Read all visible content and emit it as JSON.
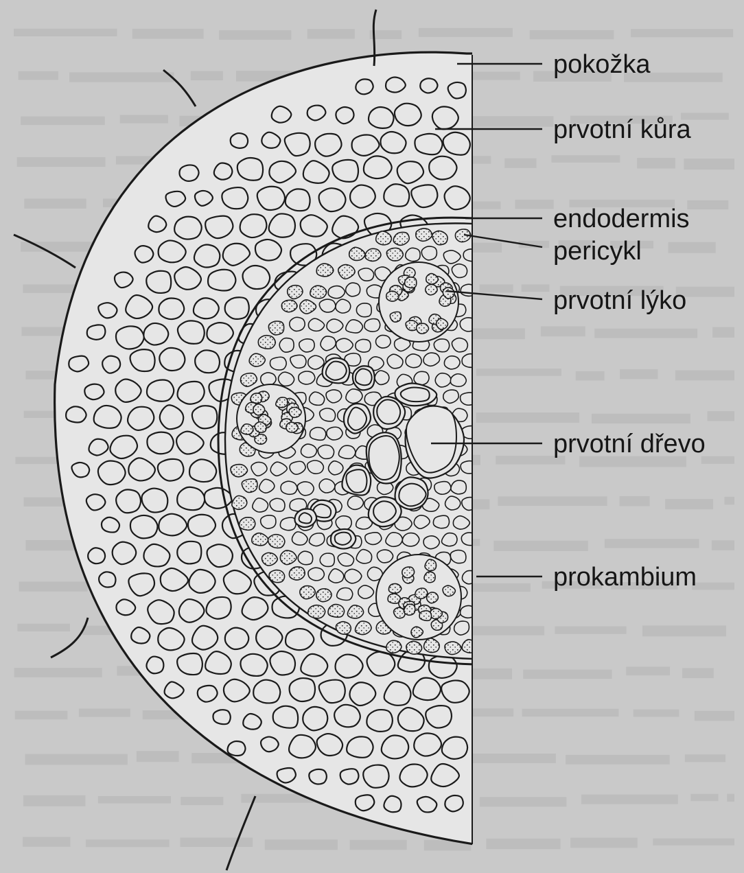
{
  "diagram": {
    "labels": [
      {
        "id": "pokozka",
        "text": "pokožka"
      },
      {
        "id": "prvotni-kura",
        "text": "prvotní kůra"
      },
      {
        "id": "endodermis",
        "text": "endodermis"
      },
      {
        "id": "pericykl",
        "text": "pericykl"
      },
      {
        "id": "prvotni-lyko",
        "text": "prvotní lýko"
      },
      {
        "id": "prvotni-drevo",
        "text": "prvotní dřevo"
      },
      {
        "id": "prokambium",
        "text": "prokambium"
      }
    ]
  },
  "colors": {
    "background": "#c9c9c9",
    "ink": "#1a1a1a",
    "cell_fill": "#e6e6e6",
    "faded_text": "#b3b3b3"
  }
}
